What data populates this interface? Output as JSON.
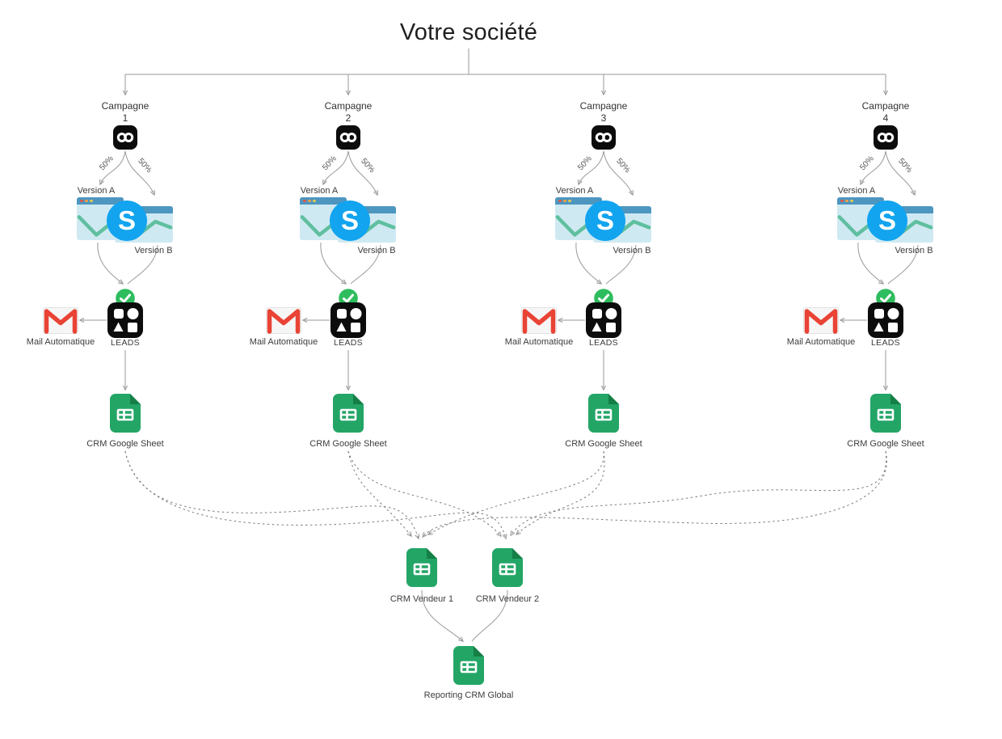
{
  "title": "Votre société",
  "campaigns": [
    {
      "name": "Campagne",
      "number": "1",
      "split_a": "50%",
      "split_b": "50%",
      "version_a": "Version A",
      "version_b": "Version B",
      "landing_badge": "S",
      "mail_label": "Mail Automatique",
      "leads_label": "LEADS",
      "crm_label": "CRM Google Sheet"
    },
    {
      "name": "Campagne",
      "number": "2",
      "split_a": "50%",
      "split_b": "50%",
      "version_a": "Version A",
      "version_b": "Version B",
      "landing_badge": "S",
      "mail_label": "Mail Automatique",
      "leads_label": "LEADS",
      "crm_label": "CRM Google Sheet"
    },
    {
      "name": "Campagne",
      "number": "3",
      "split_a": "50%",
      "split_b": "50%",
      "version_a": "Version A",
      "version_b": "Version B",
      "landing_badge": "S",
      "mail_label": "Mail Automatique",
      "leads_label": "LEADS",
      "crm_label": "CRM Google Sheet"
    },
    {
      "name": "Campagne",
      "number": "4",
      "split_a": "50%",
      "split_b": "50%",
      "version_a": "Version A",
      "version_b": "Version B",
      "landing_badge": "S",
      "mail_label": "Mail Automatique",
      "leads_label": "LEADS",
      "crm_label": "CRM Google Sheet"
    }
  ],
  "consolidation": {
    "vendor_1_label": "CRM Vendeur 1",
    "vendor_2_label": "CRM Vendeur 2",
    "reporting_label": "Reporting CRM Global"
  },
  "icons": {
    "meta": "meta-infinity-badge",
    "landing_pages": "browser-window-pair",
    "landing_overlay": "blue-s-circle",
    "validation": "green-check-circle",
    "mail": "gmail-envelope",
    "leads": "black-shapes-grid",
    "sheet": "google-sheets-document"
  },
  "colors": {
    "meta_black": "#0c0c0c",
    "check_green": "#2ebd5e",
    "gmail_red": "#e94335",
    "sheets_green": "#23a566",
    "sheets_fold_green": "#157f46",
    "s_circle_blue": "#12a4ef",
    "browser_header_blue": "#4d96c0",
    "browser_body_blue": "#cfe9f2",
    "chart_line_teal": "#5fbf9f",
    "connector_gray": "#9a9a9a"
  }
}
